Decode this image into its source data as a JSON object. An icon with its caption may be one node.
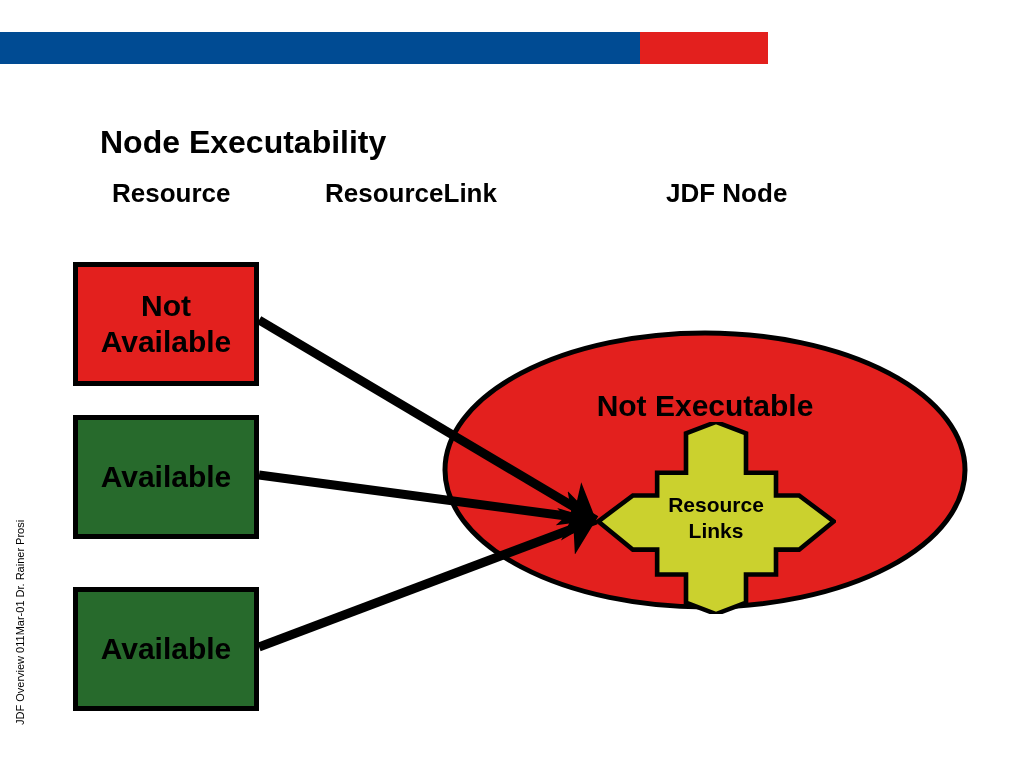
{
  "diagram": {
    "title": "Node Executability",
    "nodes": [
      {
        "text": [
          "Not Available"
        ]
      },
      {
        "text": [
          "Available"
        ]
      },
      {
        "text": [
          "Available"
        ]
      },
      {
        "text": [
          "Not Executable"
        ]
      },
      {
        "text": [
          "Resource Links"
        ],
        "in": 3
      }
    ],
    "edges": [
      {
        "from": 0,
        "to": 4,
        "arrow": "to"
      },
      {
        "from": 1,
        "to": 4,
        "arrow": "to"
      },
      {
        "from": 2,
        "to": 4,
        "arrow": "to"
      }
    ],
    "labels": [
      "Resource",
      "ResourceLink",
      "JDF Node",
      "JDF Overview 011Mar-01 Dr. Rainer Prosi"
    ]
  }
}
